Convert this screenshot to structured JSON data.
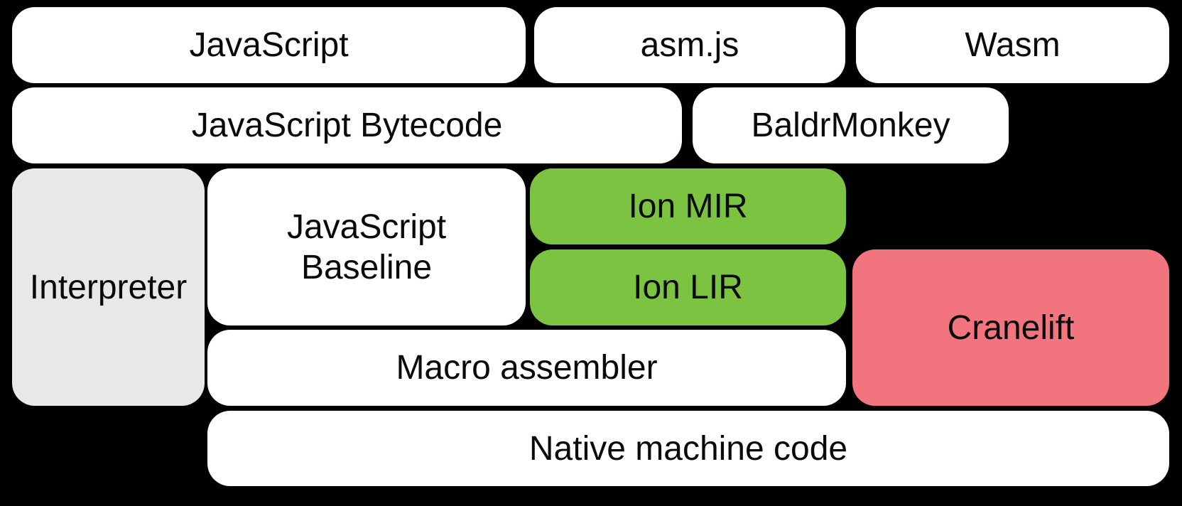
{
  "canvas": {
    "background": "#000000",
    "text_color": "#0a0a0a"
  },
  "colors": {
    "white": "#ffffff",
    "gray": "#e8e8e8",
    "green": "#7cc342",
    "pink": "#f2747f"
  },
  "boxes": [
    {
      "id": "javascript",
      "label": "JavaScript",
      "color": "white"
    },
    {
      "id": "asm-js",
      "label": "asm.js",
      "color": "white"
    },
    {
      "id": "wasm",
      "label": "Wasm",
      "color": "white"
    },
    {
      "id": "javascript-bytecode",
      "label": "JavaScript Bytecode",
      "color": "white"
    },
    {
      "id": "baldrmonkey",
      "label": "BaldrMonkey",
      "color": "white"
    },
    {
      "id": "interpreter",
      "label": "Interpreter",
      "color": "gray"
    },
    {
      "id": "javascript-baseline",
      "label": "JavaScript Baseline",
      "color": "white",
      "lines": [
        "JavaScript",
        "Baseline"
      ]
    },
    {
      "id": "ion-mir",
      "label": "Ion MIR",
      "color": "green"
    },
    {
      "id": "ion-lir",
      "label": "Ion LIR",
      "color": "green"
    },
    {
      "id": "cranelift",
      "label": "Cranelift",
      "color": "pink"
    },
    {
      "id": "macro-assembler",
      "label": "Macro assembler",
      "color": "white"
    },
    {
      "id": "native-machine-code",
      "label": "Native machine code",
      "color": "white"
    }
  ]
}
